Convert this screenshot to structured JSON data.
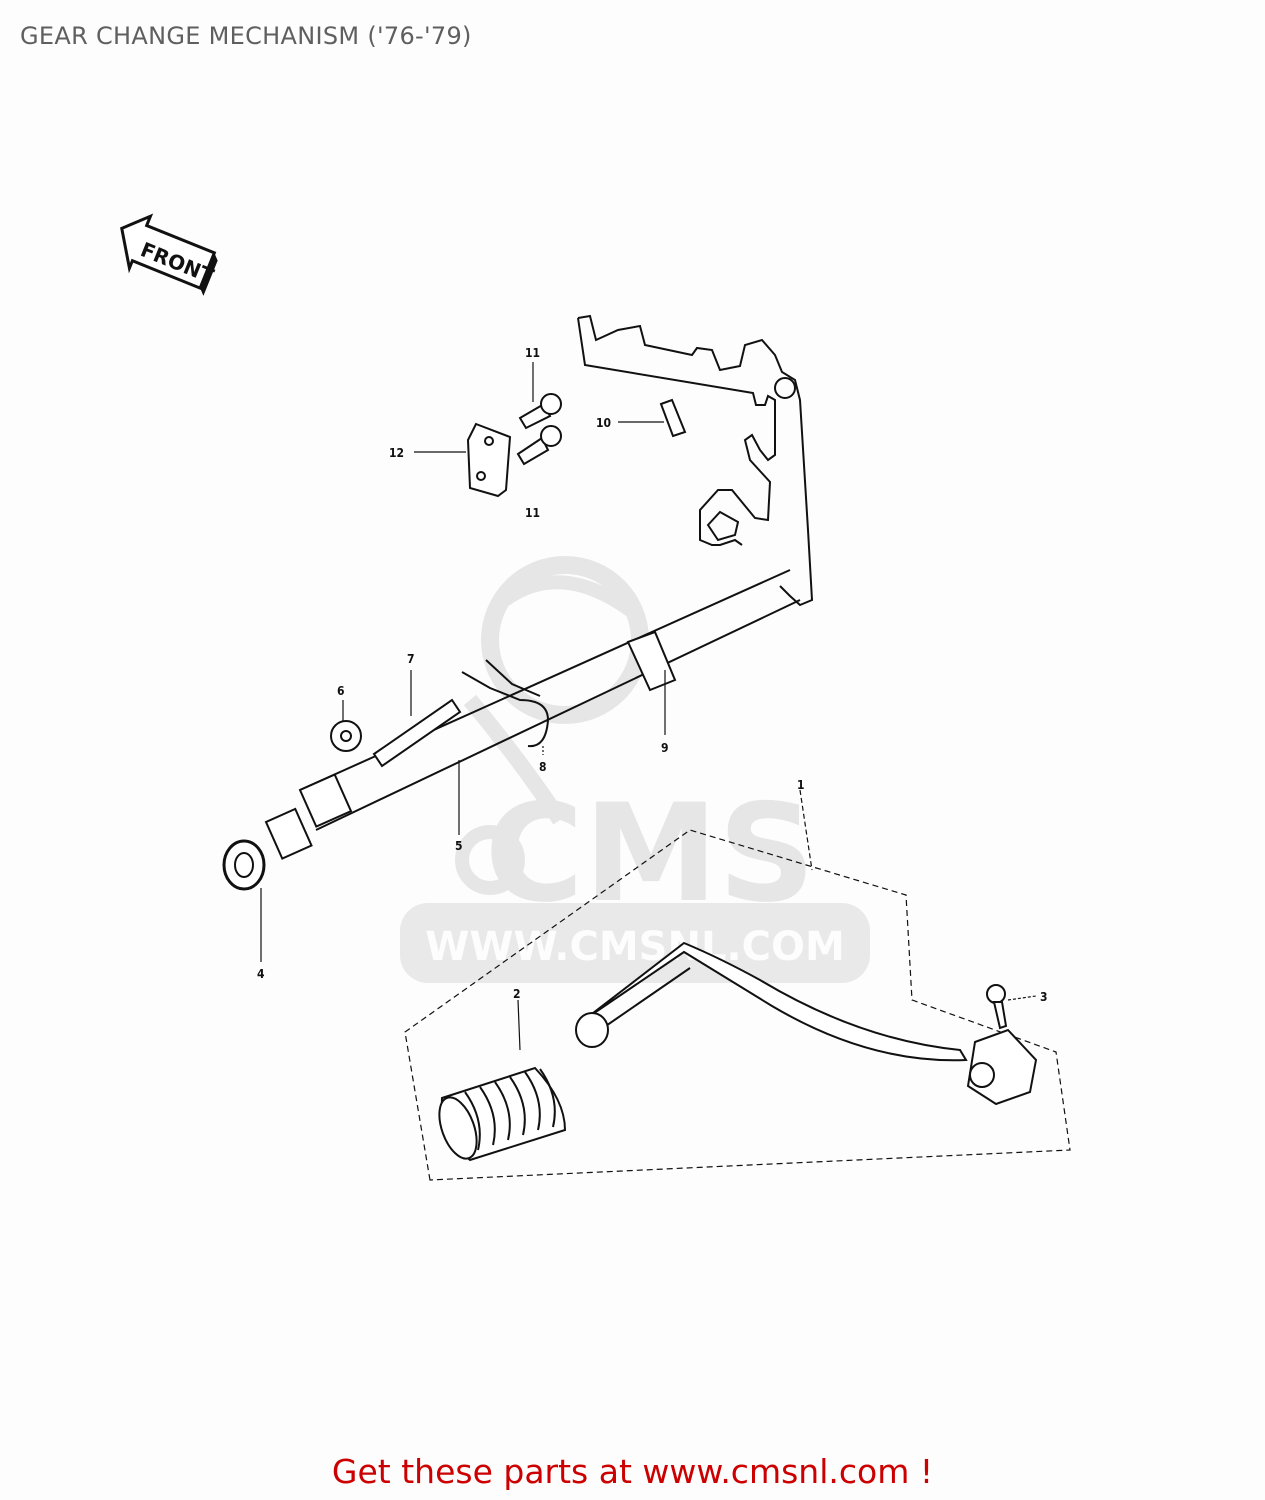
{
  "header": {
    "title": "GEAR CHANGE MECHANISM ('76-'79)"
  },
  "diagram": {
    "direction_badge": "FRONT",
    "watermark": {
      "logo_text": "CMS",
      "url_text": "WWW.CMSNL.COM"
    },
    "callouts": [
      {
        "id": "1",
        "part": "shift-pedal-assembly"
      },
      {
        "id": "2",
        "part": "pedal-rubber"
      },
      {
        "id": "3",
        "part": "bolt"
      },
      {
        "id": "4",
        "part": "oil-seal"
      },
      {
        "id": "5",
        "part": "shift-shaft"
      },
      {
        "id": "6",
        "part": "nut"
      },
      {
        "id": "7",
        "part": "stud"
      },
      {
        "id": "8",
        "part": "spring"
      },
      {
        "id": "9",
        "part": "collar"
      },
      {
        "id": "10",
        "part": "spring"
      },
      {
        "id": "11",
        "part": "screw"
      },
      {
        "id": "11",
        "part": "screw"
      },
      {
        "id": "12",
        "part": "plate"
      }
    ]
  },
  "footer": {
    "link_text": "Get these parts at www.cmsnl.com !"
  },
  "colors": {
    "title": "#5f5f5f",
    "footer_link": "#cc0000",
    "watermark": "#e6e6e6",
    "line": "#111111"
  }
}
